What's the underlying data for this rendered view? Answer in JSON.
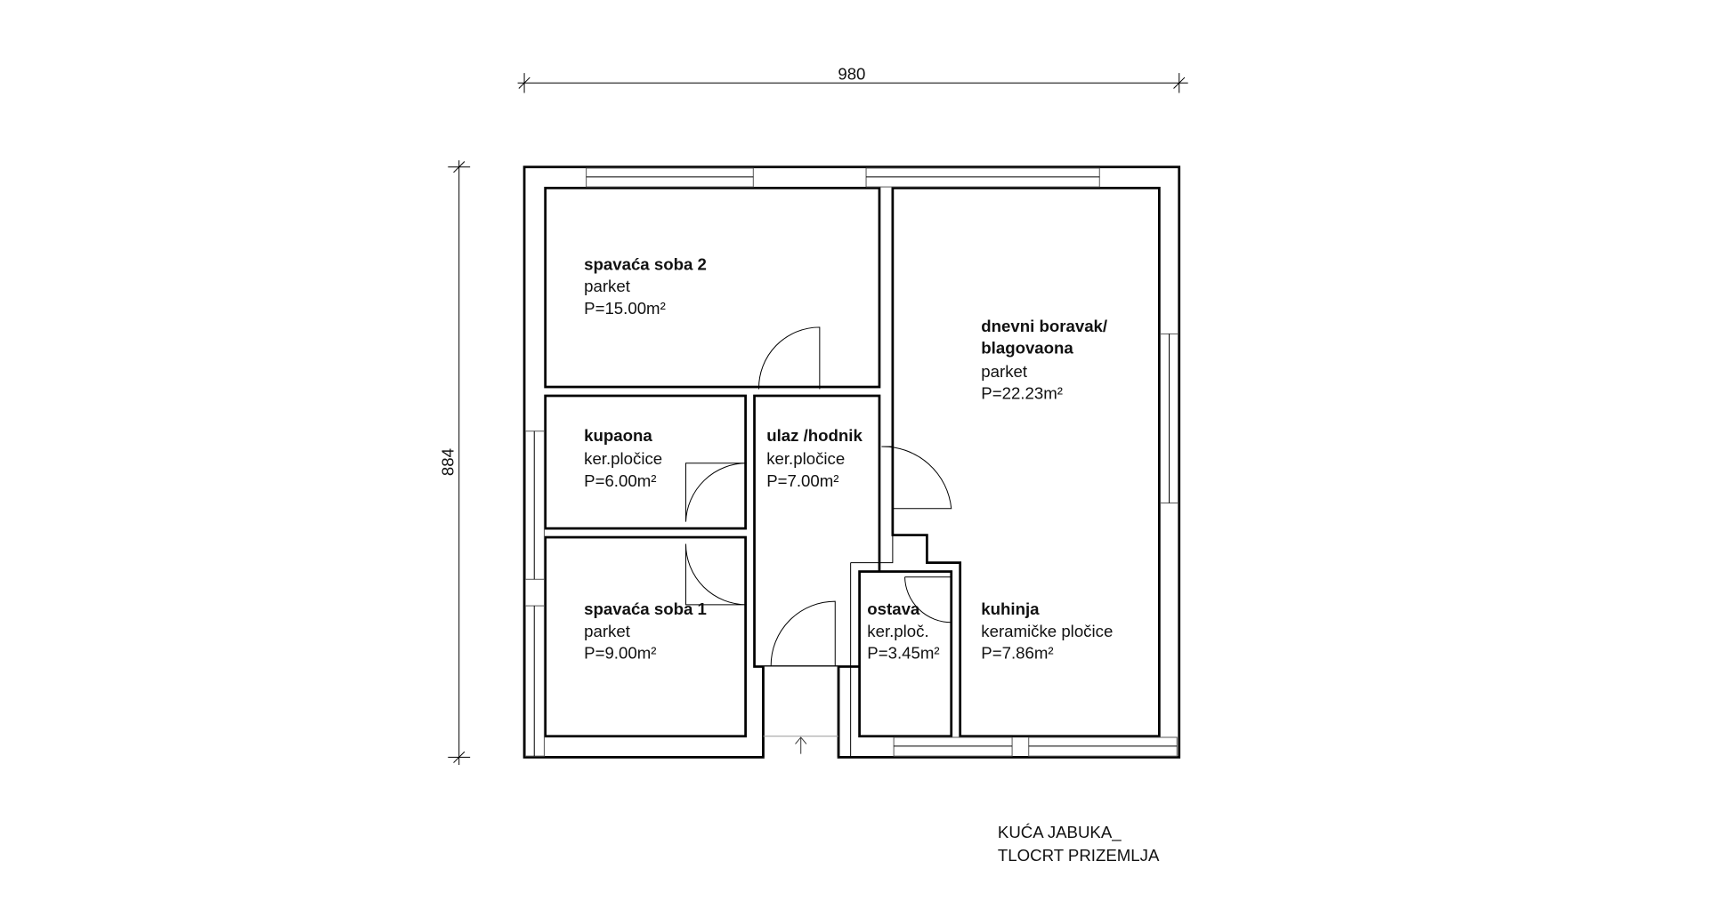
{
  "dimensions": {
    "width": "980",
    "height": "884"
  },
  "rooms": [
    {
      "name": "spavaća soba 2",
      "floor": "parket",
      "area": "P=15.00m²"
    },
    {
      "name": "kupaona",
      "floor": "ker.pločice",
      "area": "P=6.00m²"
    },
    {
      "name": "spavaća soba 1",
      "floor": "parket",
      "area": "P=9.00m²"
    },
    {
      "name": "ulaz /hodnik",
      "floor": "ker.pločice",
      "area": "P=7.00m²"
    },
    {
      "name": "dnevni boravak/",
      "name2": "blagovaona",
      "floor": "parket",
      "area": "P=22.23m²"
    },
    {
      "name": "ostava",
      "floor": "ker.ploč.",
      "area": "P=3.45m²"
    },
    {
      "name": "kuhinja",
      "floor": "keramičke pločice",
      "area": "P=7.86m²"
    }
  ],
  "title": {
    "line1": "KUĆA JABUKA_",
    "line2": "TLOCRT PRIZEMLJA"
  }
}
